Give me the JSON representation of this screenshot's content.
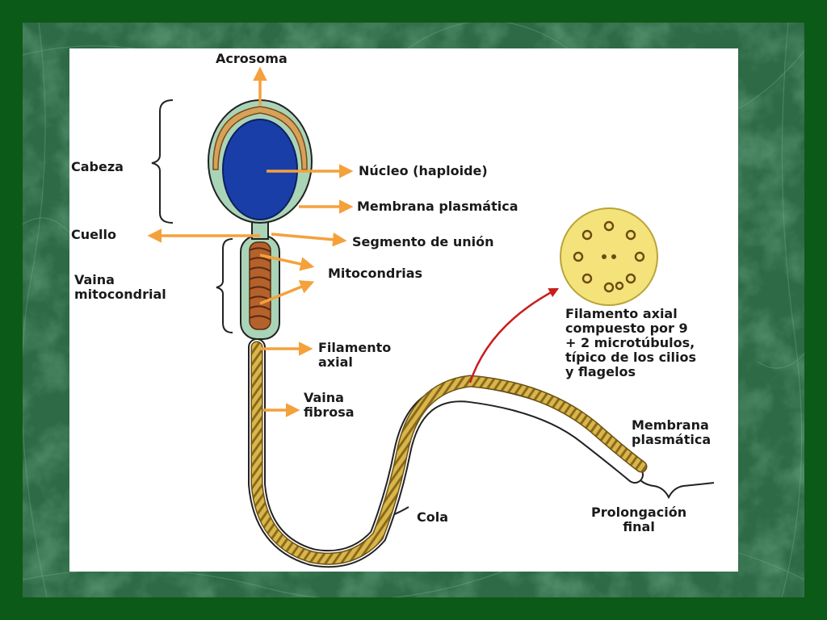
{
  "labels": {
    "acrosoma": "Acrosoma",
    "cabeza": "Cabeza",
    "cuello": "Cuello",
    "vaina_mitocondrial": "Vaina\nmitocondrial",
    "nucleo": "Núcleo (haploide)",
    "membrana_plasmatica_head": "Membrana plasmática",
    "segmento_union": "Segmento de unión",
    "mitocondrias": "Mitocondrias",
    "filamento_axial": "Filamento\naxial",
    "vaina_fibrosa": "Vaina\nfibrosa",
    "cross_section_caption": "Filamento axial\ncompuesto por 9\n+ 2 microtúbulos,\ntípico de los cilios\ny flagelos",
    "membrana_plasmatica_tail": "Membrana\nplasmática",
    "cola": "Cola",
    "prolongacion_final": "Prolongación\nfinal"
  },
  "colors": {
    "frame_green": "#0b5a17",
    "marble_dark": "#123d22",
    "marble_light": "#4d8a63",
    "nucleus_blue": "#1a3ea8",
    "head_membrane": "#a9d4b7",
    "acrosome_orange": "#d6a25a",
    "mitochondria_brown": "#b4612c",
    "tail_gold": "#d9b64a",
    "cross_section_yellow": "#f4e27a",
    "arrow_orange": "#f4a13c",
    "arrow_red": "#c81e1e"
  }
}
